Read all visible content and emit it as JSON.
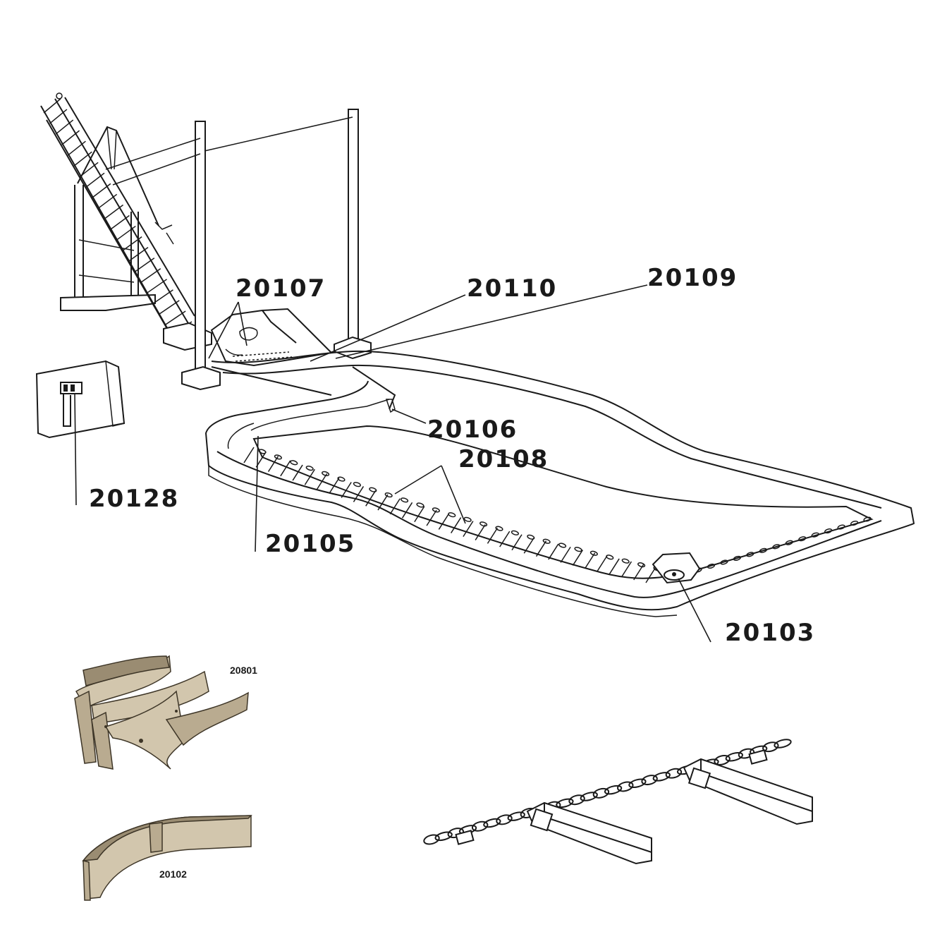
{
  "labels": {
    "p20107": "20107",
    "p20110": "20110",
    "p20109": "20109",
    "p20106": "20106",
    "p20108": "20108",
    "p20128": "20128",
    "p20105": "20105",
    "p20103": "20103",
    "p20801": "20801",
    "p20102": "20102"
  },
  "colors": {
    "ink": "#1a1a1a",
    "wood": "#b9ab90"
  }
}
